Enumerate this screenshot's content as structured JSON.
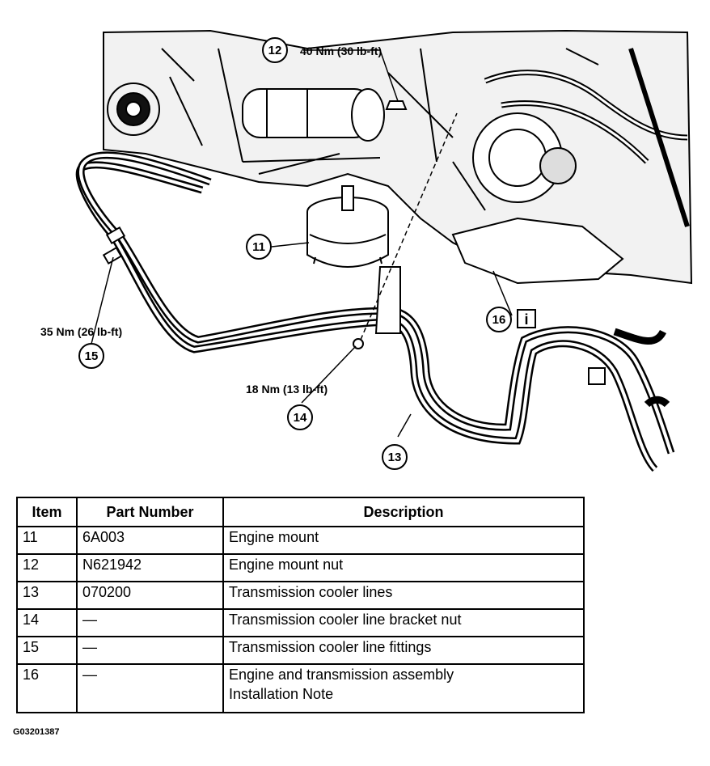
{
  "callouts": [
    {
      "id": "11"
    },
    {
      "id": "12",
      "torque": "40 Nm (30 lb-ft)"
    },
    {
      "id": "13"
    },
    {
      "id": "14",
      "torque": "18 Nm (13 lb-ft)"
    },
    {
      "id": "15",
      "torque": "35 Nm (26 lb-ft)"
    },
    {
      "id": "16",
      "note_icon": "i"
    }
  ],
  "table": {
    "headers": {
      "item": "Item",
      "part": "Part Number",
      "desc": "Description"
    },
    "rows": [
      {
        "item": "11",
        "part": "6A003",
        "desc": "Engine mount"
      },
      {
        "item": "12",
        "part": "N621942",
        "desc": "Engine mount nut"
      },
      {
        "item": "13",
        "part": "070200",
        "desc": "Transmission cooler lines"
      },
      {
        "item": "14",
        "part": "—",
        "desc": "Transmission cooler line bracket nut"
      },
      {
        "item": "15",
        "part": "—",
        "desc": "Transmission cooler line fittings"
      },
      {
        "item": "16",
        "part": "—",
        "desc": "Engine and transmission assembly",
        "desc2": "Installation Note"
      }
    ]
  },
  "figure_id": "G03201387"
}
